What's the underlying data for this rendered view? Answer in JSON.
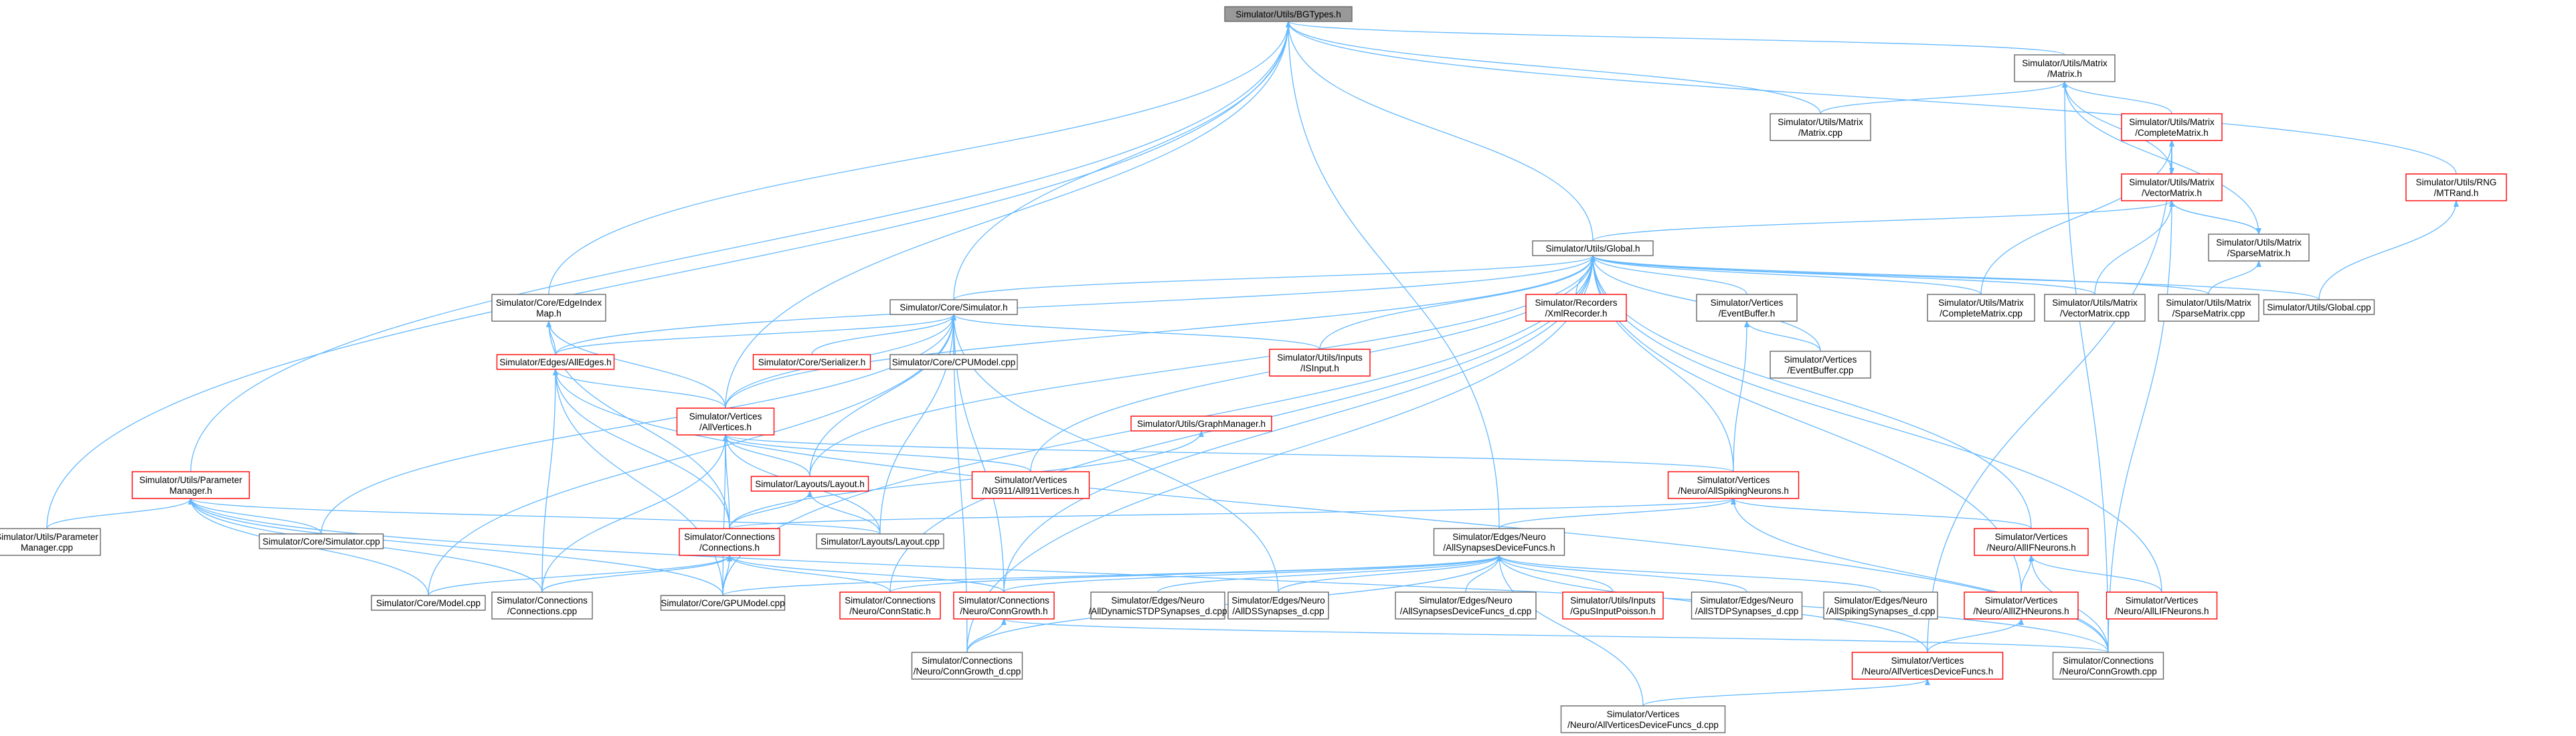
{
  "colors": {
    "edge": "#63b8ff",
    "root_fill": "#999999",
    "border_black": "#666666",
    "border_red": "#ff0000",
    "fill": "#ffffff"
  },
  "nodes": [
    {
      "id": "bgtypes",
      "lines": [
        "Simulator/Utils/BGTypes.h"
      ],
      "style": "root"
    },
    {
      "id": "matrix_h",
      "lines": [
        "Simulator/Utils/Matrix",
        "/Matrix.h"
      ],
      "style": "black"
    },
    {
      "id": "matrix_cpp",
      "lines": [
        "Simulator/Utils/Matrix",
        "/Matrix.cpp"
      ],
      "style": "black"
    },
    {
      "id": "complete_h",
      "lines": [
        "Simulator/Utils/Matrix",
        "/CompleteMatrix.h"
      ],
      "style": "red"
    },
    {
      "id": "vector_h",
      "lines": [
        "Simulator/Utils/Matrix",
        "/VectorMatrix.h"
      ],
      "style": "red"
    },
    {
      "id": "sparse_h",
      "lines": [
        "Simulator/Utils/Matrix",
        "/SparseMatrix.h"
      ],
      "style": "black"
    },
    {
      "id": "mtrand",
      "lines": [
        "Simulator/Utils/RNG",
        "/MTRand.h"
      ],
      "style": "red"
    },
    {
      "id": "global_h",
      "lines": [
        "Simulator/Utils/Global.h"
      ],
      "style": "black"
    },
    {
      "id": "edgeindex",
      "lines": [
        "Simulator/Core/EdgeIndex",
        "Map.h"
      ],
      "style": "black"
    },
    {
      "id": "simulator_h",
      "lines": [
        "Simulator/Core/Simulator.h"
      ],
      "style": "black"
    },
    {
      "id": "xmlrec",
      "lines": [
        "Simulator/Recorders",
        "/XmlRecorder.h"
      ],
      "style": "red"
    },
    {
      "id": "eventbuf_h",
      "lines": [
        "Simulator/Vertices",
        "/EventBuffer.h"
      ],
      "style": "black"
    },
    {
      "id": "eventbuf_cpp",
      "lines": [
        "Simulator/Vertices",
        "/EventBuffer.cpp"
      ],
      "style": "black"
    },
    {
      "id": "complete_cpp",
      "lines": [
        "Simulator/Utils/Matrix",
        "/CompleteMatrix.cpp"
      ],
      "style": "black"
    },
    {
      "id": "vector_cpp",
      "lines": [
        "Simulator/Utils/Matrix",
        "/VectorMatrix.cpp"
      ],
      "style": "black"
    },
    {
      "id": "sparse_cpp",
      "lines": [
        "Simulator/Utils/Matrix",
        "/SparseMatrix.cpp"
      ],
      "style": "black"
    },
    {
      "id": "global_cpp",
      "lines": [
        "Simulator/Utils/Global.cpp"
      ],
      "style": "black"
    },
    {
      "id": "alledges",
      "lines": [
        "Simulator/Edges/AllEdges.h"
      ],
      "style": "red"
    },
    {
      "id": "serializer",
      "lines": [
        "Simulator/Core/Serializer.h"
      ],
      "style": "red"
    },
    {
      "id": "cpumodel",
      "lines": [
        "Simulator/Core/CPUModel.cpp"
      ],
      "style": "black"
    },
    {
      "id": "isinput",
      "lines": [
        "Simulator/Utils/Inputs",
        "/ISInput.h"
      ],
      "style": "red"
    },
    {
      "id": "allvertices",
      "lines": [
        "Simulator/Vertices",
        "/AllVertices.h"
      ],
      "style": "red"
    },
    {
      "id": "graphmgr",
      "lines": [
        "Simulator/Utils/GraphManager.h"
      ],
      "style": "red"
    },
    {
      "id": "param_h",
      "lines": [
        "Simulator/Utils/Parameter",
        "Manager.h"
      ],
      "style": "red"
    },
    {
      "id": "layout_h",
      "lines": [
        "Simulator/Layouts/Layout.h"
      ],
      "style": "red"
    },
    {
      "id": "ng911",
      "lines": [
        "Simulator/Vertices",
        "/NG911/All911Vertices.h"
      ],
      "style": "red"
    },
    {
      "id": "spiking",
      "lines": [
        "Simulator/Vertices",
        "/Neuro/AllSpikingNeurons.h"
      ],
      "style": "red"
    },
    {
      "id": "param_cpp",
      "lines": [
        "Simulator/Utils/Parameter",
        "Manager.cpp"
      ],
      "style": "black"
    },
    {
      "id": "sim_cpp",
      "lines": [
        "Simulator/Core/Simulator.cpp"
      ],
      "style": "black"
    },
    {
      "id": "layout_cpp",
      "lines": [
        "Simulator/Layouts/Layout.cpp"
      ],
      "style": "black"
    },
    {
      "id": "connections_h",
      "lines": [
        "Simulator/Connections",
        "/Connections.h"
      ],
      "style": "red"
    },
    {
      "id": "syndev",
      "lines": [
        "Simulator/Edges/Neuro",
        "/AllSynapsesDeviceFuncs.h"
      ],
      "style": "black"
    },
    {
      "id": "allif",
      "lines": [
        "Simulator/Vertices",
        "/Neuro/AllIFNeurons.h"
      ],
      "style": "red"
    },
    {
      "id": "model_cpp",
      "lines": [
        "Simulator/Core/Model.cpp"
      ],
      "style": "black"
    },
    {
      "id": "conn_cpp",
      "lines": [
        "Simulator/Connections",
        "/Connections.cpp"
      ],
      "style": "black"
    },
    {
      "id": "gpumodel",
      "lines": [
        "Simulator/Core/GPUModel.cpp"
      ],
      "style": "black"
    },
    {
      "id": "connstatic",
      "lines": [
        "Simulator/Connections",
        "/Neuro/ConnStatic.h"
      ],
      "style": "red"
    },
    {
      "id": "conngrowth_h",
      "lines": [
        "Simulator/Connections",
        "/Neuro/ConnGrowth.h"
      ],
      "style": "red"
    },
    {
      "id": "dynstdp",
      "lines": [
        "Simulator/Edges/Neuro",
        "/AllDynamicSTDPSynapses_d.cpp"
      ],
      "style": "black"
    },
    {
      "id": "allds",
      "lines": [
        "Simulator/Edges/Neuro",
        "/AllDSSynapses_d.cpp"
      ],
      "style": "black"
    },
    {
      "id": "syndev_d",
      "lines": [
        "Simulator/Edges/Neuro",
        "/AllSynapsesDeviceFuncs_d.cpp"
      ],
      "style": "black"
    },
    {
      "id": "gpusinput",
      "lines": [
        "Simulator/Utils/Inputs",
        "/GpuSInputPoisson.h"
      ],
      "style": "red"
    },
    {
      "id": "allstdp",
      "lines": [
        "Simulator/Edges/Neuro",
        "/AllSTDPSynapses_d.cpp"
      ],
      "style": "black"
    },
    {
      "id": "allspiksyn",
      "lines": [
        "Simulator/Edges/Neuro",
        "/AllSpikingSynapses_d.cpp"
      ],
      "style": "black"
    },
    {
      "id": "allzh",
      "lines": [
        "Simulator/Vertices",
        "/Neuro/AllIZHNeurons.h"
      ],
      "style": "red"
    },
    {
      "id": "alllif",
      "lines": [
        "Simulator/Vertices",
        "/Neuro/AllLIFNeurons.h"
      ],
      "style": "red"
    },
    {
      "id": "conngrowth_d",
      "lines": [
        "Simulator/Connections",
        "/Neuro/ConnGrowth_d.cpp"
      ],
      "style": "black"
    },
    {
      "id": "vertdev_h",
      "lines": [
        "Simulator/Vertices",
        "/Neuro/AllVerticesDeviceFuncs.h"
      ],
      "style": "red"
    },
    {
      "id": "conngrowth_cpp",
      "lines": [
        "Simulator/Connections",
        "/Neuro/ConnGrowth.cpp"
      ],
      "style": "black"
    },
    {
      "id": "vertdev_d",
      "lines": [
        "Simulator/Vertices",
        "/Neuro/AllVerticesDeviceFuncs_d.cpp"
      ],
      "style": "black"
    }
  ],
  "edges": [
    [
      "matrix_h",
      "bgtypes"
    ],
    [
      "matrix_cpp",
      "bgtypes"
    ],
    [
      "mtrand",
      "bgtypes"
    ],
    [
      "global_h",
      "bgtypes"
    ],
    [
      "edgeindex",
      "bgtypes"
    ],
    [
      "simulator_h",
      "bgtypes"
    ],
    [
      "allvertices",
      "bgtypes"
    ],
    [
      "param_h",
      "bgtypes"
    ],
    [
      "param_cpp",
      "bgtypes"
    ],
    [
      "syndev",
      "bgtypes"
    ],
    [
      "matrix_cpp",
      "matrix_h"
    ],
    [
      "complete_h",
      "matrix_h"
    ],
    [
      "vector_h",
      "matrix_h"
    ],
    [
      "sparse_h",
      "matrix_h"
    ],
    [
      "conngrowth_cpp",
      "matrix_h"
    ],
    [
      "vector_h",
      "complete_h"
    ],
    [
      "complete_cpp",
      "complete_h"
    ],
    [
      "vertdev_h",
      "complete_h"
    ],
    [
      "complete_h",
      "vector_h"
    ],
    [
      "sparse_h",
      "vector_h"
    ],
    [
      "vector_cpp",
      "vector_h"
    ],
    [
      "global_h",
      "vector_h"
    ],
    [
      "conngrowth_cpp",
      "vector_h"
    ],
    [
      "vector_h",
      "sparse_h"
    ],
    [
      "sparse_cpp",
      "sparse_h"
    ],
    [
      "global_cpp",
      "mtrand"
    ],
    [
      "simulator_h",
      "global_h"
    ],
    [
      "xmlrec",
      "global_h"
    ],
    [
      "eventbuf_h",
      "global_h"
    ],
    [
      "eventbuf_cpp",
      "global_h"
    ],
    [
      "complete_cpp",
      "global_h"
    ],
    [
      "vector_cpp",
      "global_h"
    ],
    [
      "sparse_cpp",
      "global_h"
    ],
    [
      "global_cpp",
      "global_h"
    ],
    [
      "alledges",
      "global_h"
    ],
    [
      "isinput",
      "global_h"
    ],
    [
      "allvertices",
      "global_h"
    ],
    [
      "layout_h",
      "global_h"
    ],
    [
      "ng911",
      "global_h"
    ],
    [
      "spiking",
      "global_h"
    ],
    [
      "allif",
      "global_h"
    ],
    [
      "alllif",
      "global_h"
    ],
    [
      "conngrowth_h",
      "global_h"
    ],
    [
      "connstatic",
      "global_h"
    ],
    [
      "gpumodel",
      "global_h"
    ],
    [
      "allzh",
      "global_h"
    ],
    [
      "conngrowth_d",
      "global_h"
    ],
    [
      "alledges",
      "edgeindex"
    ],
    [
      "allvertices",
      "edgeindex"
    ],
    [
      "connections_h",
      "edgeindex"
    ],
    [
      "alledges",
      "simulator_h"
    ],
    [
      "serializer",
      "simulator_h"
    ],
    [
      "cpumodel",
      "simulator_h"
    ],
    [
      "isinput",
      "simulator_h"
    ],
    [
      "allvertices",
      "simulator_h"
    ],
    [
      "layout_h",
      "simulator_h"
    ],
    [
      "sim_cpp",
      "simulator_h"
    ],
    [
      "model_cpp",
      "simulator_h"
    ],
    [
      "conngrowth_d",
      "simulator_h"
    ],
    [
      "layout_cpp",
      "simulator_h"
    ],
    [
      "conngrowth_h",
      "simulator_h"
    ],
    [
      "allds",
      "simulator_h"
    ],
    [
      "spiking",
      "eventbuf_h"
    ],
    [
      "eventbuf_cpp",
      "eventbuf_h"
    ],
    [
      "allvertices",
      "alledges"
    ],
    [
      "connections_h",
      "alledges"
    ],
    [
      "conn_cpp",
      "alledges"
    ],
    [
      "gpumodel",
      "alledges"
    ],
    [
      "conngrowth_cpp",
      "alledges"
    ],
    [
      "layout_h",
      "allvertices"
    ],
    [
      "ng911",
      "allvertices"
    ],
    [
      "spiking",
      "allvertices"
    ],
    [
      "connections_h",
      "allvertices"
    ],
    [
      "gpumodel",
      "allvertices"
    ],
    [
      "conn_cpp",
      "allvertices"
    ],
    [
      "layout_cpp",
      "allvertices"
    ],
    [
      "connections_h",
      "graphmgr"
    ],
    [
      "param_cpp",
      "param_h"
    ],
    [
      "sim_cpp",
      "param_h"
    ],
    [
      "model_cpp",
      "param_h"
    ],
    [
      "conn_cpp",
      "param_h"
    ],
    [
      "gpumodel",
      "param_h"
    ],
    [
      "conngrowth_cpp",
      "param_h"
    ],
    [
      "layout_cpp",
      "param_h"
    ],
    [
      "connections_h",
      "layout_h"
    ],
    [
      "layout_cpp",
      "layout_h"
    ],
    [
      "syndev",
      "spiking"
    ],
    [
      "allif",
      "spiking"
    ],
    [
      "connections_h",
      "spiking"
    ],
    [
      "conngrowth_cpp",
      "spiking"
    ],
    [
      "model_cpp",
      "connections_h"
    ],
    [
      "conn_cpp",
      "connections_h"
    ],
    [
      "gpumodel",
      "connections_h"
    ],
    [
      "connstatic",
      "connections_h"
    ],
    [
      "conngrowth_h",
      "connections_h"
    ],
    [
      "gpumodel",
      "syndev"
    ],
    [
      "connstatic",
      "syndev"
    ],
    [
      "conngrowth_h",
      "syndev"
    ],
    [
      "dynstdp",
      "syndev"
    ],
    [
      "allds",
      "syndev"
    ],
    [
      "syndev_d",
      "syndev"
    ],
    [
      "gpusinput",
      "syndev"
    ],
    [
      "allstdp",
      "syndev"
    ],
    [
      "allspiksyn",
      "syndev"
    ],
    [
      "conngrowth_d",
      "syndev"
    ],
    [
      "vertdev_h",
      "syndev"
    ],
    [
      "vertdev_d",
      "syndev"
    ],
    [
      "allzh",
      "allif"
    ],
    [
      "alllif",
      "allif"
    ],
    [
      "conngrowth_cpp",
      "allif"
    ],
    [
      "vertdev_h",
      "allzh"
    ],
    [
      "conngrowth_d",
      "conngrowth_h"
    ],
    [
      "conngrowth_cpp",
      "conngrowth_h"
    ],
    [
      "vertdev_d",
      "vertdev_h"
    ]
  ]
}
